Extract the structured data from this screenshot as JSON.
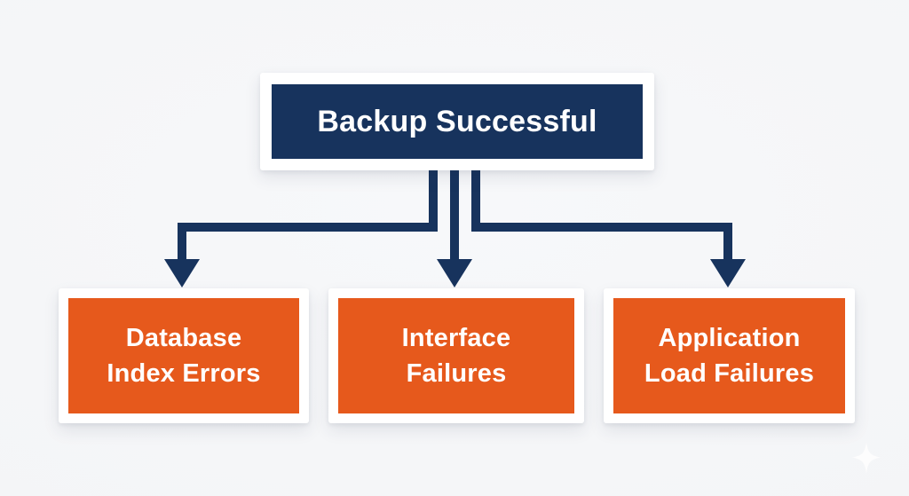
{
  "colors": {
    "background": "#f4f5f7",
    "node_primary": "#17335D",
    "node_secondary": "#E6591C",
    "frame": "#ffffff",
    "text": "#ffffff"
  },
  "flowchart": {
    "root": {
      "label": "Backup Successful"
    },
    "children": [
      {
        "label": "Database Index Errors",
        "lines": [
          "Database",
          "Index Errors"
        ]
      },
      {
        "label": "Interface Failures",
        "lines": [
          "Interface",
          "Failures"
        ]
      },
      {
        "label": "Application Load Failures",
        "lines": [
          "Application",
          "Load Failures"
        ]
      }
    ]
  }
}
